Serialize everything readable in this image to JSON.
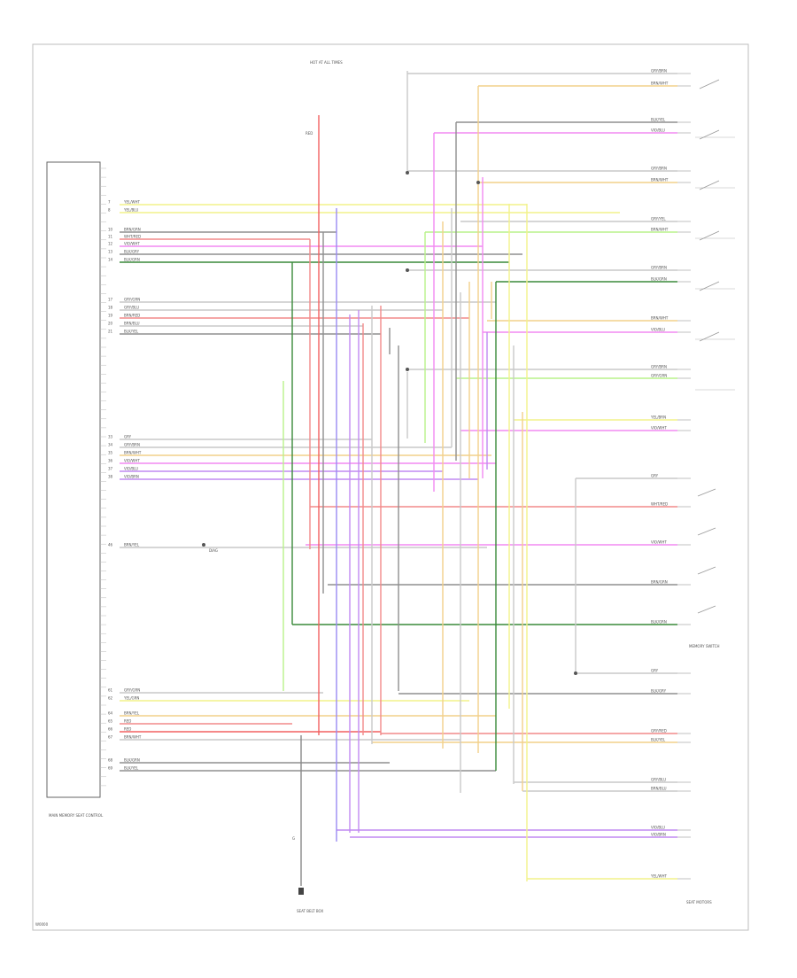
{
  "diagram": {
    "ecu_block_label": "MAIN MEMORY SEAT CONTROL",
    "left_wire_labels": [
      {
        "pin": "7",
        "label": "YEL/WHT",
        "color": "#f2f28a"
      },
      {
        "pin": "8",
        "label": "YEL/BLU",
        "color": "#f2f28a"
      },
      {
        "pin": "10",
        "label": "BRN/GRN",
        "color": "#8f8f8f"
      },
      {
        "pin": "11",
        "label": "WHT/RED",
        "color": "#f28a8a"
      },
      {
        "pin": "12",
        "label": "VIO/WHT",
        "color": "#f28af2"
      },
      {
        "pin": "13",
        "label": "BLK/GRY",
        "color": "#8f8f8f"
      },
      {
        "pin": "14",
        "label": "BLK/GRN",
        "color": "#3a8a3a"
      },
      {
        "pin": "17",
        "label": "GRY/GRN",
        "color": "#c9c9c9"
      },
      {
        "pin": "18",
        "label": "GRY/BLU",
        "color": "#c9c9c9"
      },
      {
        "pin": "19",
        "label": "BRN/RED",
        "color": "#f28a8a"
      },
      {
        "pin": "20",
        "label": "BRN/BLU",
        "color": "#c9c9c9"
      },
      {
        "pin": "21",
        "label": "BLK/YEL",
        "color": "#8f8f8f"
      },
      {
        "pin": "33",
        "label": "GRY",
        "color": "#c9c9c9"
      },
      {
        "pin": "34",
        "label": "GRY/BRN",
        "color": "#c9c9c9"
      },
      {
        "pin": "35",
        "label": "BRN/WHT",
        "color": "#f2d08a"
      },
      {
        "pin": "36",
        "label": "VIO/WHT",
        "color": "#f28af2"
      },
      {
        "pin": "37",
        "label": "VIO/BLU",
        "color": "#c18af2"
      },
      {
        "pin": "38",
        "label": "VIO/BRN",
        "color": "#c18af2"
      },
      {
        "pin": "46",
        "label": "BRN/YEL",
        "color": "#c9c9c9"
      },
      {
        "pin": "61",
        "label": "GRY/GRN",
        "color": "#c9c9c9"
      },
      {
        "pin": "62",
        "label": "YEL/GRN",
        "color": "#f2f28a"
      },
      {
        "pin": "64",
        "label": "BRN/YEL",
        "color": "#f2d08a"
      },
      {
        "pin": "65",
        "label": "RED",
        "color": "#f28a8a"
      },
      {
        "pin": "66",
        "label": "RED",
        "color": "#f26060"
      },
      {
        "pin": "67",
        "label": "BRN/WHT",
        "color": "#c9c9c9"
      },
      {
        "pin": "68",
        "label": "BLK/GRN",
        "color": "#8f8f8f"
      },
      {
        "pin": "69",
        "label": "BLK/YEL",
        "color": "#8f8f8f"
      }
    ],
    "right_wire_labels": [
      {
        "label": "GRY/BRN",
        "color": "#c9c9c9"
      },
      {
        "label": "BRN/WHT",
        "color": "#f2d08a"
      },
      {
        "label": "BLK/YEL",
        "color": "#8f8f8f"
      },
      {
        "label": "VIO/BLU",
        "color": "#f28af2"
      },
      {
        "label": "GRY/BRN",
        "color": "#c9c9c9"
      },
      {
        "label": "BRN/WHT",
        "color": "#f2d08a"
      },
      {
        "label": "GRY/YEL",
        "color": "#c9c9c9"
      },
      {
        "label": "BRN/WHT",
        "color": "#b8f28a"
      },
      {
        "label": "GRY/BRN",
        "color": "#c9c9c9"
      },
      {
        "label": "BLK/GRN",
        "color": "#3a8a3a"
      },
      {
        "label": "BRN/WHT",
        "color": "#f2d08a"
      },
      {
        "label": "VIO/BLU",
        "color": "#f28af2"
      },
      {
        "label": "GRY/BRN",
        "color": "#c9c9c9"
      },
      {
        "label": "GRY/GRN",
        "color": "#b8f28a"
      },
      {
        "label": "YEL/BRN",
        "color": "#f2f28a"
      },
      {
        "label": "VIO/WHT",
        "color": "#f28af2"
      },
      {
        "label": "GRY",
        "color": "#c9c9c9"
      },
      {
        "label": "WHT/RED",
        "color": "#f28a8a"
      },
      {
        "label": "VIO/WHT",
        "color": "#f28af2"
      },
      {
        "label": "BRN/GRN",
        "color": "#8f8f8f"
      },
      {
        "label": "BLK/GRN",
        "color": "#3a8a3a"
      },
      {
        "label": "GRY",
        "color": "#c9c9c9"
      },
      {
        "label": "BLK/GRY",
        "color": "#8f8f8f"
      },
      {
        "label": "GRY/RED",
        "color": "#f28a8a"
      },
      {
        "label": "BLK/YEL",
        "color": "#f2d08a"
      },
      {
        "label": "GRY/BLU",
        "color": "#c9c9c9"
      },
      {
        "label": "BRN/BLU",
        "color": "#c9c9c9"
      },
      {
        "label": "VIO/BLU",
        "color": "#c18af2"
      },
      {
        "label": "VIO/BRN",
        "color": "#c18af2"
      },
      {
        "label": "YEL/WHT",
        "color": "#f2f28a"
      }
    ],
    "top_fuse_label": "HOT AT ALL TIMES",
    "top_splice_label": "RED",
    "ground_label": "G",
    "bottom_connector_label": "SEAT BELT BOX",
    "seat_switch_block_label": "MEMORY SWITCH",
    "seat_motor_block_label": "SEAT MOTORS",
    "connector_label": "DIAG",
    "footer_code": "W0000"
  }
}
